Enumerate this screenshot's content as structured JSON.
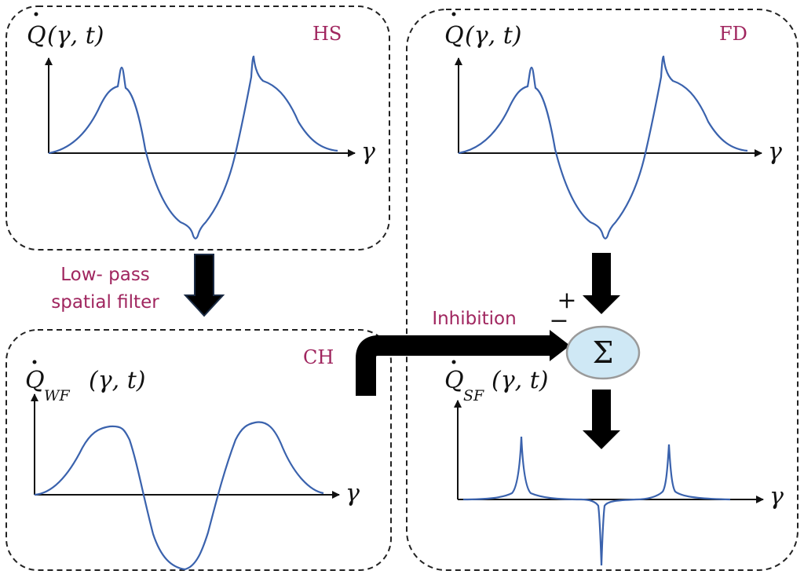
{
  "colors": {
    "accent": "#a0265f",
    "curve": "#3a62ad",
    "sum_fill": "#cfe8f5",
    "sum_stroke": "#9a9a9a",
    "box_border": "#222222"
  },
  "panels": {
    "hs": {
      "tag": "HS",
      "ylabel": {
        "head": "Q",
        "sub": "",
        "args": "(γ, t)"
      },
      "xlabel": "γ"
    },
    "fd": {
      "tag": "FD",
      "ylabel": {
        "head": "Q",
        "sub": "",
        "args": "(γ, t)"
      },
      "xlabel": "γ"
    },
    "ch": {
      "tag": "CH",
      "ylabel": {
        "head": "Q",
        "sub": "WF",
        "args": "(γ, t)"
      },
      "xlabel": "γ"
    },
    "sf": {
      "ylabel": {
        "head": "Q",
        "sub": "SF",
        "args": "(γ, t)"
      },
      "xlabel": "γ"
    }
  },
  "labels": {
    "lowpass_line1": "Low- pass",
    "lowpass_line2": "spatial filter",
    "inhibition": "Inhibition",
    "plus": "+",
    "minus": "−",
    "sum_symbol": "Σ"
  }
}
